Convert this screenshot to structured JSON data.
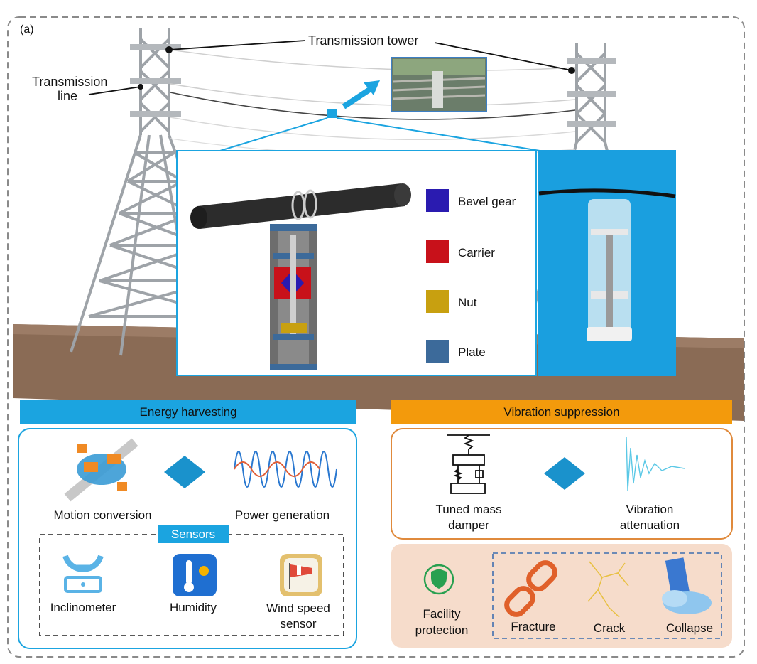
{
  "panel_label": "(a)",
  "callouts": {
    "transmission_tower": "Transmission tower",
    "transmission_line": [
      "Transmission",
      "line"
    ]
  },
  "legend": [
    {
      "label": "Bevel gear",
      "color": "#2a1bb0"
    },
    {
      "label": "Carrier",
      "color": "#c8111a"
    },
    {
      "label": "Nut",
      "color": "#c8a010"
    },
    {
      "label": "Plate",
      "color": "#3c6a9a"
    }
  ],
  "energy": {
    "title": "Energy harvesting",
    "color": "#1ba4e0",
    "items": [
      "Motion conversion",
      "Power generation"
    ],
    "sensors_title": "Sensors",
    "sensors": [
      {
        "label": [
          "Inclinometer"
        ],
        "icon": "inclinometer-icon"
      },
      {
        "label": [
          "Humidity"
        ],
        "icon": "humidity-icon"
      },
      {
        "label": [
          "Wind speed",
          "sensor"
        ],
        "icon": "windsock-icon"
      }
    ]
  },
  "vibration": {
    "title": "Vibration suppression",
    "color": "#f39a0c",
    "items": [
      [
        "Tuned mass",
        "damper"
      ],
      [
        "Vibration",
        "attenuation"
      ]
    ],
    "protection": [
      "Facility",
      "protection"
    ],
    "failures": [
      "Fracture",
      "Crack",
      "Collapse"
    ]
  }
}
